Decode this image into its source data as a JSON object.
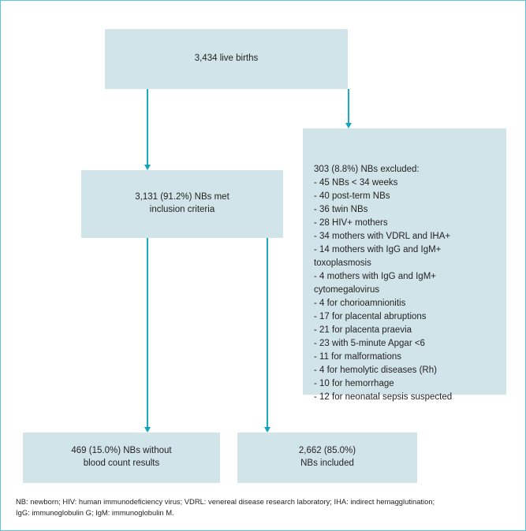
{
  "figure": {
    "type": "flowchart",
    "colors": {
      "box_fill": "#d0e4ea",
      "arrow": "#1ba9c4",
      "border": "#5cc5dc",
      "text": "#231f20"
    }
  },
  "nodes": {
    "live_births": {
      "label": "3,434 live births",
      "count": 3434
    },
    "inclusion": {
      "label": "3,131 (91.2%) NBs met\ninclusion criteria",
      "count": 3131,
      "percent": "91.2%"
    },
    "excluded": {
      "heading": "303 (8.8%) NBs excluded:",
      "count": 303,
      "percent": "8.8%",
      "reasons": [
        "- 45 NBs < 34 weeks",
        "- 40 post-term NBs",
        "- 36 twin NBs",
        "- 28 HIV+ mothers",
        "- 34 mothers with VDRL and IHA+",
        "- 14 mothers with IgG and IgM+",
        "toxoplasmosis",
        "- 4 mothers with IgG and IgM+",
        "cytomegalovirus",
        "- 4 for chorioamnionitis",
        "- 17 for placental abruptions",
        "- 21 for placenta praevia",
        "- 23 with 5-minute Apgar <6",
        "- 11 for malformations",
        "- 4 for hemolytic diseases (Rh)",
        "- 10 for hemorrhage",
        "- 12 for neonatal sepsis suspected"
      ],
      "text": "303 (8.8%) NBs excluded:\n- 45 NBs < 34 weeks\n- 40 post-term NBs\n- 36 twin NBs\n- 28 HIV+ mothers\n- 34 mothers with VDRL and IHA+\n- 14 mothers with IgG and IgM+\ntoxoplasmosis\n- 4 mothers with IgG and IgM+\ncytomegalovirus\n- 4 for chorioamnionitis\n- 17 for placental abruptions\n- 21 for placenta praevia\n- 23 with 5-minute Apgar <6\n- 11 for malformations\n- 4 for hemolytic diseases (Rh)\n- 10 for hemorrhage\n- 12 for neonatal sepsis suspected"
    },
    "no_blood_count": {
      "label": "469 (15.0%) NBs without\nblood count  results",
      "count": 469,
      "percent": "15.0%"
    },
    "included": {
      "label": "2,662 (85.0%)\nNBs included",
      "count": 2662,
      "percent": "85.0%"
    }
  },
  "footnote": {
    "text": "NB: newborn; HIV: human immunodeficiency virus; VDRL: venereal disease research laboratory; IHA: indirect hemagglutination;\nIgG: immunoglobulin G; IgM: immunoglobulin M."
  }
}
